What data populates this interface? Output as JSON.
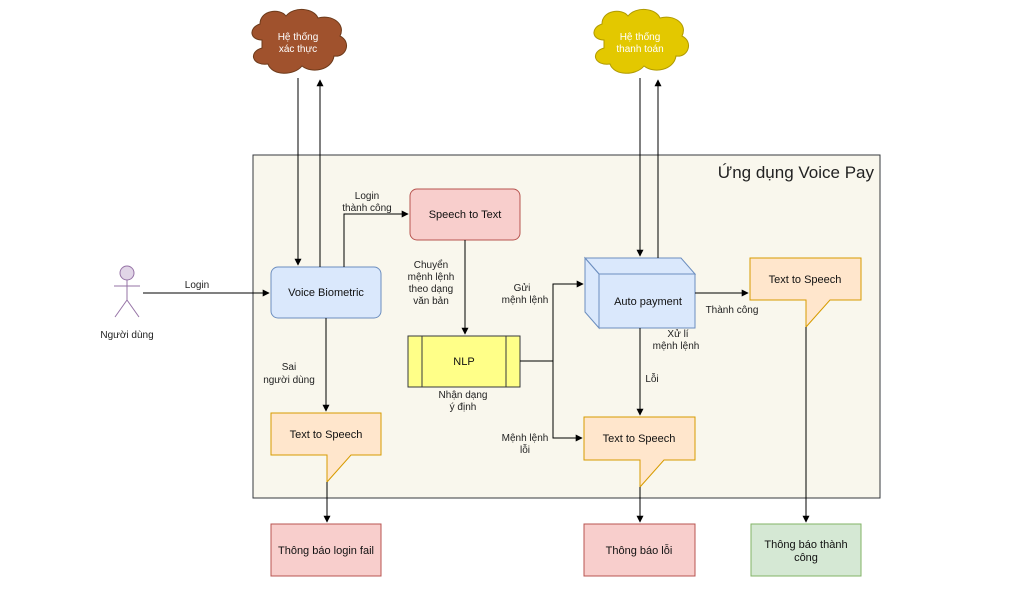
{
  "container": {
    "title": "Ứng dụng Voice Pay"
  },
  "clouds": {
    "auth": [
      "Hệ thống",
      "xác thực"
    ],
    "payment": [
      "Hệ thống",
      "thanh toán"
    ]
  },
  "actor": {
    "label": "Người dùng"
  },
  "nodes": {
    "voice_biometric": "Voice Biometric",
    "speech_to_text": "Speech to Text",
    "nlp": "NLP",
    "auto_payment": "Auto payment",
    "tts_left": "Text to Speech",
    "tts_middle": "Text to Speech",
    "tts_right": "Text to Speech",
    "notify_login_fail": "Thông báo login fail",
    "notify_error": "Thông báo lỗi",
    "notify_success": [
      "Thông báo thành",
      "công"
    ]
  },
  "edges": {
    "login": "Login",
    "login_success": [
      "Login",
      "thành công"
    ],
    "wrong_user": [
      "Sai",
      "người dùng"
    ],
    "convert": [
      "Chuyển",
      "mệnh lệnh",
      "theo dạng",
      "văn bản"
    ],
    "intent": [
      "Nhận dạng",
      "ý định"
    ],
    "send_command": [
      "Gửi",
      "mệnh lệnh"
    ],
    "command_error": [
      "Mệnh lệnh",
      "lỗi"
    ],
    "process": [
      "Xử lí",
      "mệnh lệnh"
    ],
    "error": "Lỗi",
    "success": "Thành công"
  },
  "colors": {
    "container_fill": "#f9f7ed",
    "auth_cloud": "#a0522d",
    "payment_cloud": "#e3c800",
    "blue_fill": "#dae8fc",
    "blue_stroke": "#6c8ebf",
    "red_fill": "#f8cecc",
    "red_stroke": "#b85450",
    "orange_fill": "#ffe6cc",
    "orange_stroke": "#d79b00",
    "yellow_fill": "#ffff88",
    "yellow_stroke": "#36393d",
    "green_fill": "#d5e8d4",
    "green_stroke": "#82b366",
    "actor_fill": "#e1d5e7",
    "actor_stroke": "#9673a6"
  }
}
